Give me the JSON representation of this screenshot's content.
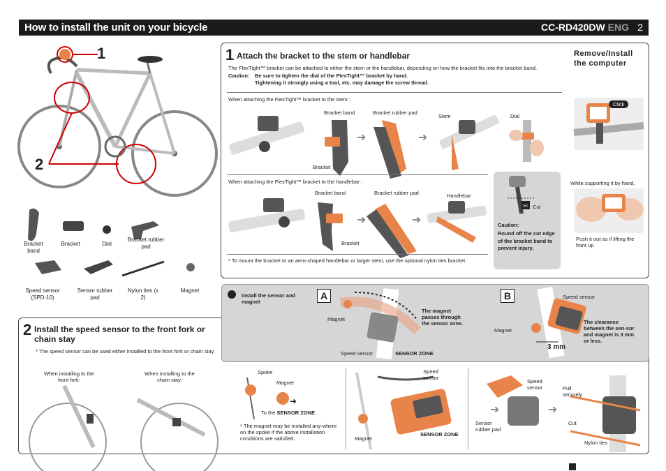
{
  "header": {
    "title": "How to install the unit on your bicycle",
    "model": "CC-RD420DW",
    "lang": "ENG",
    "page": "2"
  },
  "bike": {
    "label1": "1",
    "label2": "2"
  },
  "parts": [
    {
      "label": "Bracket band"
    },
    {
      "label": "Bracket"
    },
    {
      "label": "Dial"
    },
    {
      "label": "Bracket rubber pad"
    },
    {
      "label": "Speed sensor (SPD-10)"
    },
    {
      "label": "Sensor rubber pad"
    },
    {
      "label": "Nylon ties (x 2)"
    },
    {
      "label": "Magnet"
    }
  ],
  "step1": {
    "num": "1",
    "title": "Attach the bracket to the stem or handlebar",
    "intro": "The FlexTight™ bracket can be attached to either the stem or the handlebar, depending on how the bracket fits into the bracket band.",
    "caution_label": "Caution:",
    "caution_line1": "Be sure to tighten the dial of the FlexTight™ bracket by hand.",
    "caution_line2": "Tightening it strongly using a tool, etc. may damage the screw thread.",
    "stem_caption": "When attaching the FlexTight™ bracket to the stem :",
    "stem_labels": {
      "bracket_band": "Bracket band",
      "rubber_pad": "Bracket rubber pad",
      "stem": "Stem",
      "bracket": "Bracket",
      "dial": "Dial"
    },
    "hb_caption": "When attaching the FlexTight™ bracket to the handlebar :",
    "hb_labels": {
      "bracket_band": "Bracket band",
      "rubber_pad": "Bracket rubber pad",
      "handlebar": "Handlebar",
      "bracket": "Bracket"
    },
    "cut_box": {
      "cut": "Cut",
      "caution": "Caution:",
      "text": "Round off the cut edge of the bracket band to prevent injury."
    },
    "note": "*  To mount the bracket to an aero-shaped handlebar or larger stem, use the optional nylon ties bracket."
  },
  "remove": {
    "title": "Remove/Install the computer",
    "click": "Click",
    "support": "While supporting it by hand,",
    "push": "Push it out as if lifting the front up"
  },
  "step2": {
    "num": "2",
    "title": "Install the speed sensor to the front fork or chain stay",
    "note": "*  The speed sensor can be used either installed to the front fork or chain stay.",
    "fork_caption": "When installing to the front fork:",
    "chain_caption": "When installing to the chain stay:"
  },
  "install_box": {
    "title": "Install the sensor and magnet",
    "A": "A",
    "B": "B",
    "a_magnet": "Magnet",
    "a_sensor": "Speed sensor",
    "a_zone": "SENSOR ZONE",
    "a_note": "The magnet passes through the sensor zone.",
    "b_sensor": "Speed sensor",
    "b_magnet": "Magnet",
    "b_note": "The clearance between the sen-sor and magnet is 3 mm or less.",
    "b_dim": "3 mm"
  },
  "bottom": {
    "spoke": "Spoke",
    "magnet": "Magnet",
    "to_the": "To the",
    "zone": "SENSOR ZONE",
    "note": "*  The magnet may be installed any-where on the spoke if the above installation conditions are satisfied.",
    "magnet2": "Magnet",
    "speed_sensor": "Speed sensor",
    "zone2": "SENSOR ZONE",
    "sensor_rubber_pad": "Sensor rubber pad",
    "speed_sensor2": "Speed sensor",
    "pull": "Pull securely",
    "cut": "Cut",
    "nylon": "Nylon ties"
  }
}
